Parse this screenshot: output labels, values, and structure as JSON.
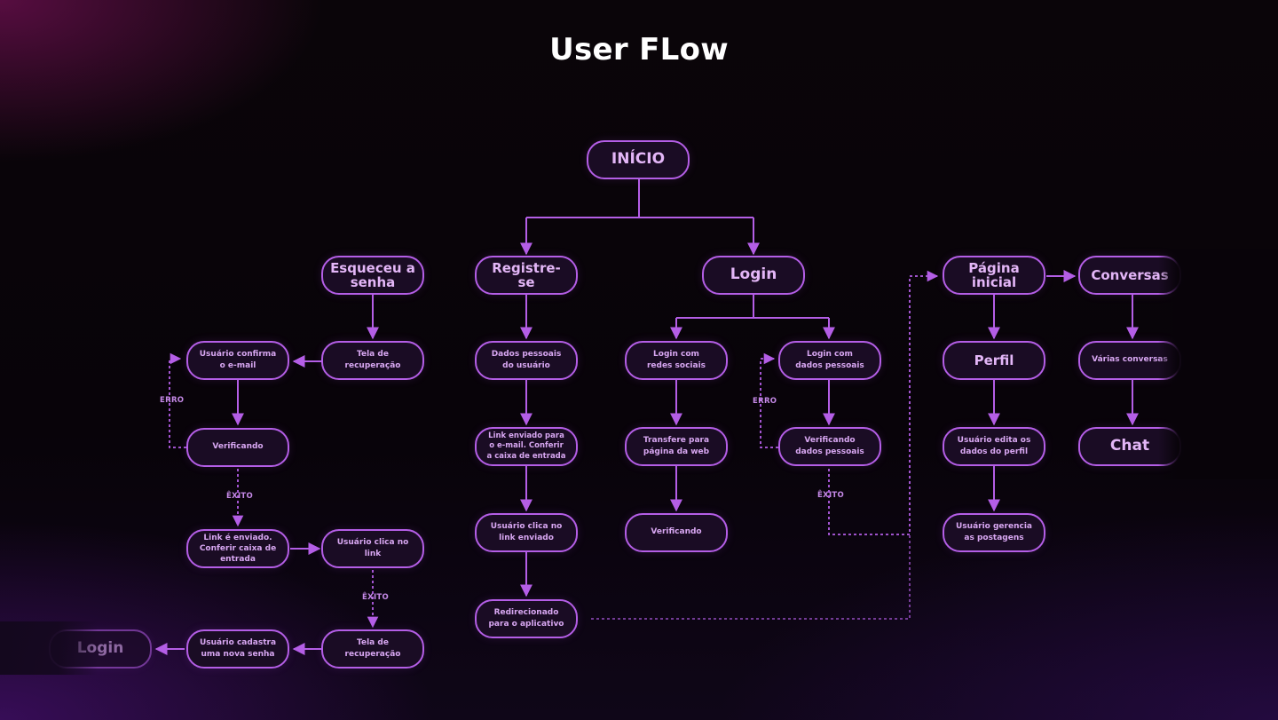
{
  "title": "User FLow",
  "colors": {
    "accent": "#b45ee6",
    "text": "#d8a7f2",
    "background": "#0a0509"
  },
  "nodes": {
    "inicio": "INÍCIO",
    "esqueceu": "Esqueceu a\nsenha",
    "registre": "Registre-se",
    "login": "Login",
    "pagina_inicial": "Página\ninicial",
    "conversas": "Conversas",
    "tela_recuperacao_1": "Tela de\nrecuperação",
    "usuario_confirma": "Usuário confirma\no e-mail",
    "verificando_1": "Verificando",
    "link_enviado_1": "Link é enviado.\nConferir caixa de\nentrada",
    "usuario_clica_link": "Usuário clica no link",
    "tela_recuperacao_2": "Tela de\nrecuperação",
    "usuario_cadastra": "Usuário cadastra\numa nova senha",
    "login_final": "Login",
    "dados_pessoais": "Dados pessoais\ndo usuário",
    "link_enviado_2": "Link enviado para\no e-mail. Conferir\na caixa de entrada",
    "usuario_clica_enviado": "Usuário clica no\nlink enviado",
    "redirecionado": "Redirecionado\npara o aplicativo",
    "login_redes": "Login com\nredes sociais",
    "transfere": "Transfere para\npágina da web",
    "verificando_2": "Verificando",
    "login_dados": "Login com\ndados pessoais",
    "verificando_dados": "Verificando\ndados pessoais",
    "perfil": "Perfil",
    "usuario_edita": "Usuário edita os\ndados do perfil",
    "usuario_gerencia": "Usuário gerencia\nas postagens",
    "varias_conversas": "Várias conversas",
    "chat": "Chat"
  },
  "labels": {
    "erro_1": "ERRO",
    "exito_1": "ÊXITO",
    "exito_2": "ÊXITO",
    "erro_2": "ERRO",
    "exito_3": "ÊXITO"
  }
}
